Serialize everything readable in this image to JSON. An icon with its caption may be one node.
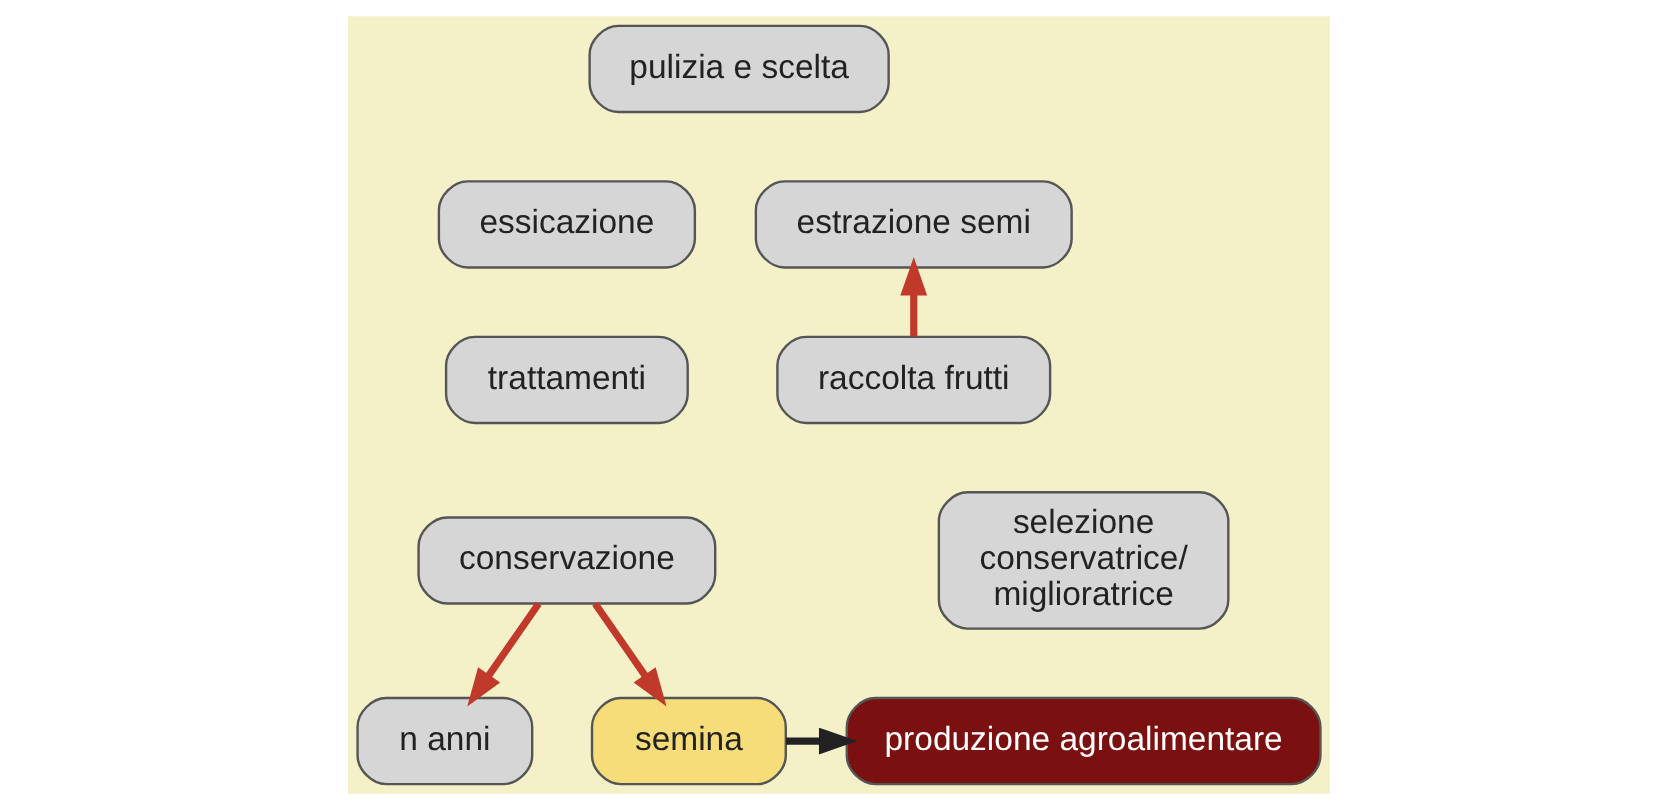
{
  "diagram": {
    "nodes": [
      {
        "text": [
          "pulizia e scelta"
        ]
      },
      {
        "text": [
          "essicazione"
        ]
      },
      {
        "text": [
          "estrazione semi"
        ]
      },
      {
        "text": [
          "trattamenti"
        ]
      },
      {
        "text": [
          "raccolta frutti"
        ]
      },
      {
        "text": [
          "conservazione"
        ]
      },
      {
        "text": [
          "selezione conservatrice/ miglioratrice"
        ]
      },
      {
        "text": [
          "n anni"
        ]
      },
      {
        "text": [
          "semina"
        ]
      },
      {
        "text": [
          "produzione agroalimentare"
        ]
      }
    ],
    "edges": [
      {
        "from": 4,
        "to": 2,
        "arrow": "to"
      },
      {
        "from": 5,
        "to": 7,
        "arrow": "to"
      },
      {
        "from": 5,
        "to": 8,
        "arrow": "to"
      },
      {
        "from": 8,
        "to": 9,
        "arrow": "to",
        "color": "#222222"
      }
    ]
  }
}
